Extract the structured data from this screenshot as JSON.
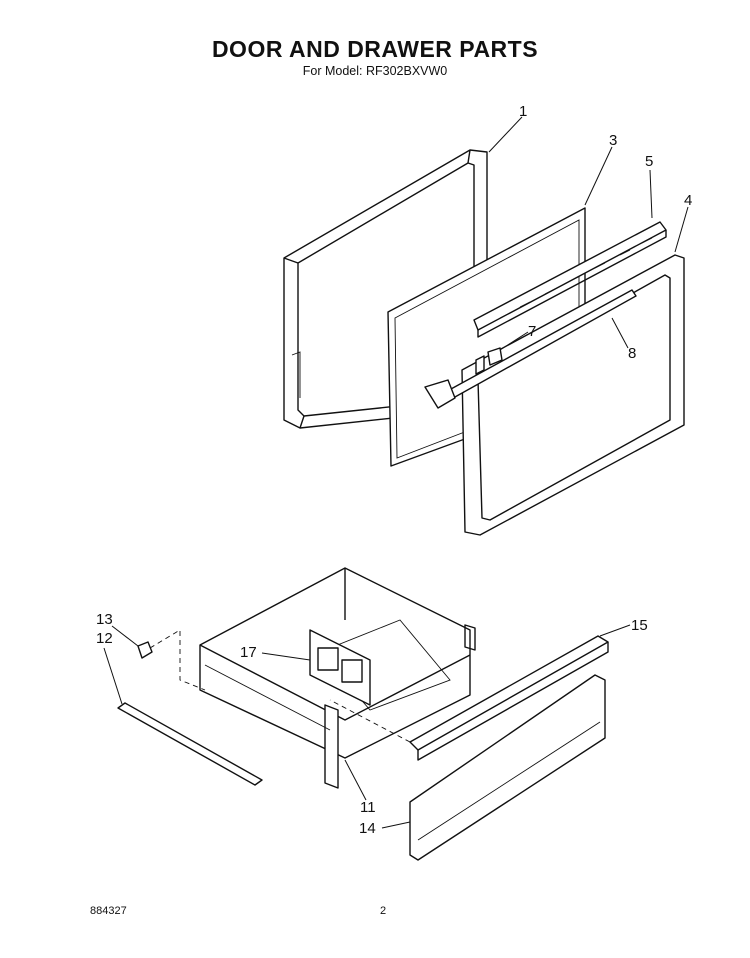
{
  "header": {
    "title": "DOOR AND DRAWER PARTS",
    "subtitle": "For Model: RF302BXVW0"
  },
  "callouts": [
    "1",
    "3",
    "5",
    "4",
    "7",
    "8",
    "13",
    "12",
    "17",
    "15",
    "11",
    "14"
  ],
  "footer": {
    "code": "884327",
    "page": "2"
  }
}
